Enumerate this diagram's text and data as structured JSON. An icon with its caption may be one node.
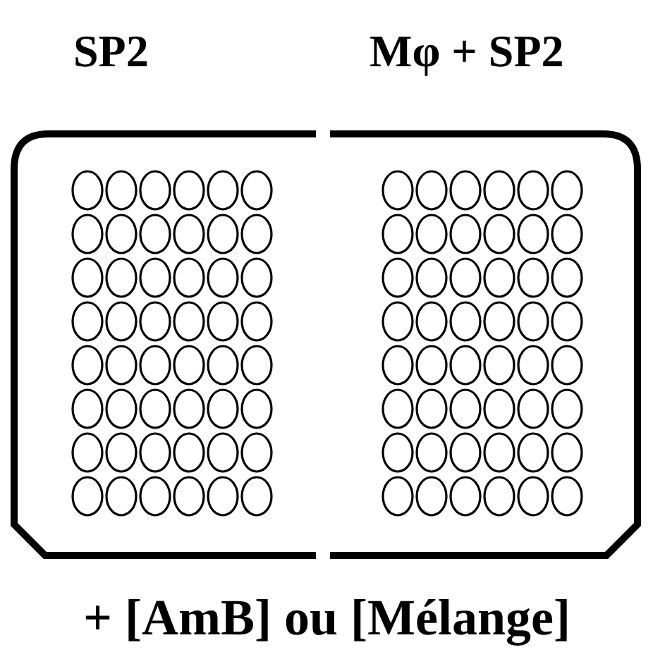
{
  "diagram": {
    "labels": [
      "SP2",
      "Mφ + SP2",
      "+ [AmB] ou [Mélange]"
    ]
  }
}
